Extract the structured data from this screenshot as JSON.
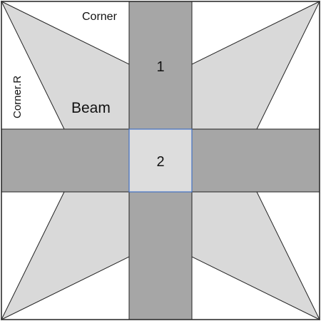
{
  "labels": {
    "corner": "Corner",
    "corner_r": "Corner.R",
    "beam": "Beam",
    "patch_1": "1",
    "patch_2": "2"
  },
  "colors": {
    "background": "#ffffff",
    "star_point_fill": "#d9d9d9",
    "bar_fill": "#a6a6a6",
    "center_fill": "#dddddd",
    "center_border": "#4472c4",
    "line": "#222222"
  }
}
